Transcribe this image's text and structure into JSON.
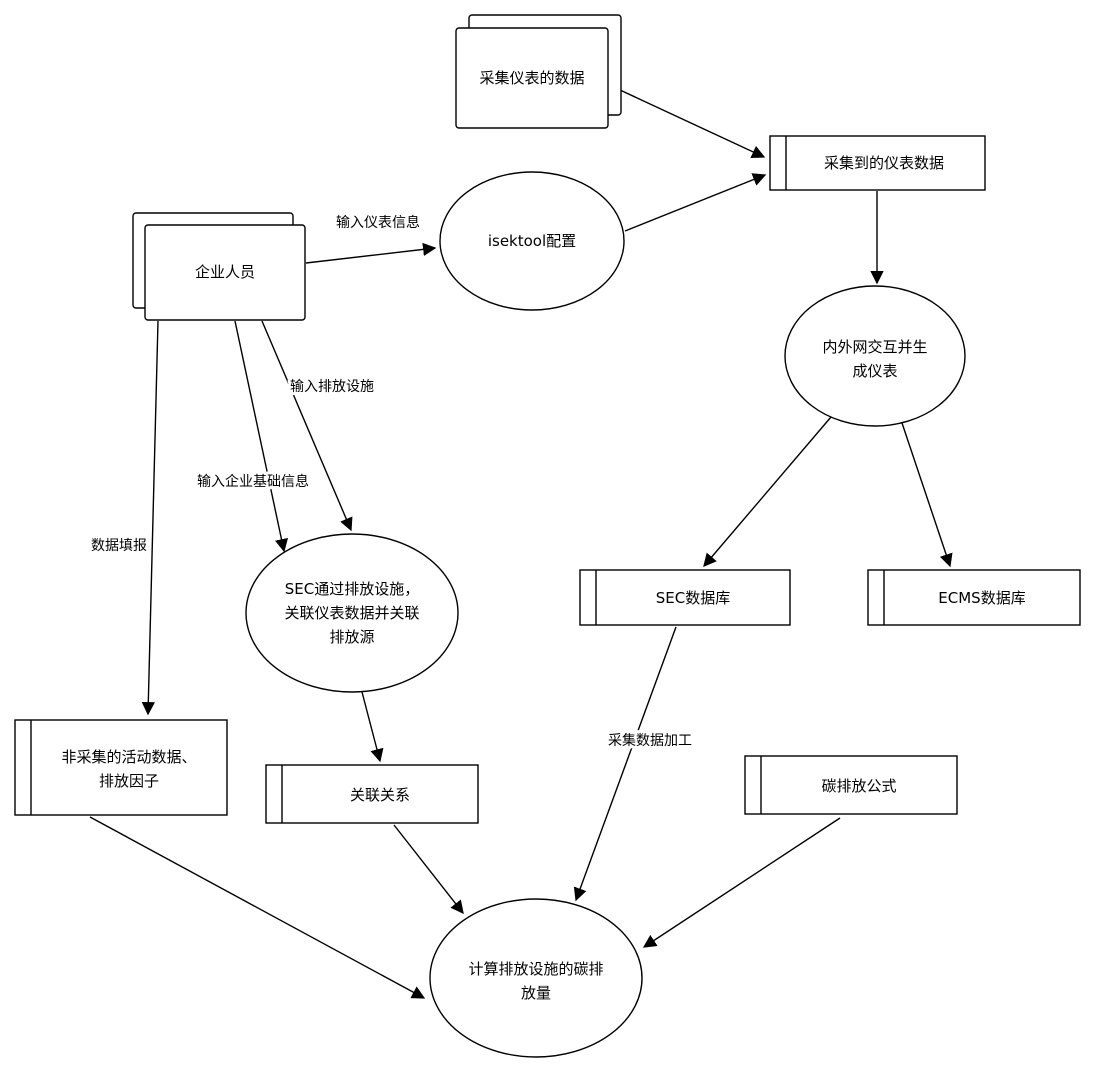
{
  "diagram": {
    "type": "data-flow-diagram",
    "colors": {
      "background": "#ffffff",
      "stroke": "#000000",
      "text": "#000000"
    },
    "nodes": {
      "meter_data_source": {
        "type": "external-entity",
        "lines": [
          "采集仪表的数据"
        ]
      },
      "collected_meter_data": {
        "type": "data-store",
        "lines": [
          "采集到的仪表数据"
        ]
      },
      "enterprise_staff": {
        "type": "external-entity",
        "lines": [
          "企业人员"
        ]
      },
      "isektool_config": {
        "type": "process",
        "lines": [
          "isektool配置"
        ]
      },
      "intranet_process": {
        "type": "process",
        "lines": [
          "内外网交互并生",
          "成仪表"
        ]
      },
      "sec_db": {
        "type": "data-store",
        "lines": [
          "SEC数据库"
        ]
      },
      "ecms_db": {
        "type": "data-store",
        "lines": [
          "ECMS数据库"
        ]
      },
      "sec_process": {
        "type": "process",
        "lines": [
          "SEC通过排放设施，",
          "关联仪表数据并关联",
          "排放源"
        ]
      },
      "relation_store": {
        "type": "data-store",
        "lines": [
          "关联关系"
        ]
      },
      "non_collected_store": {
        "type": "data-store",
        "lines": [
          "非采集的活动数据、",
          "排放因子"
        ]
      },
      "carbon_formula_store": {
        "type": "data-store",
        "lines": [
          "碳排放公式"
        ]
      },
      "calc_process": {
        "type": "process",
        "lines": [
          "计算排放设施的碳排",
          "放量"
        ]
      }
    },
    "edge_labels": {
      "input_meter_info": "输入仪表信息",
      "input_emission_facility": "输入排放设施",
      "input_enterprise_info": "输入企业基础信息",
      "data_filling": "数据填报",
      "collected_data_processing": "采集数据加工"
    }
  }
}
